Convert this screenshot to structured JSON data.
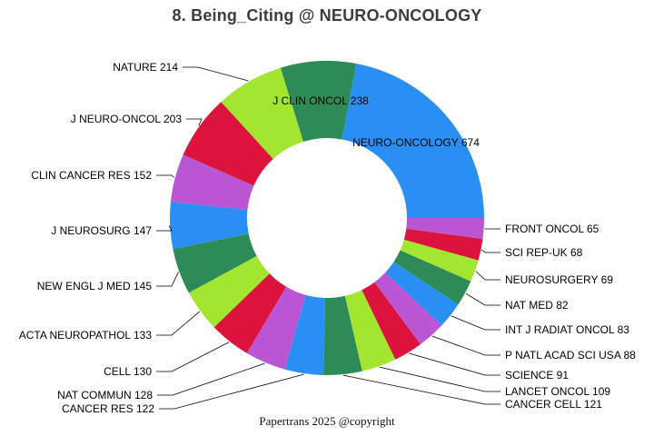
{
  "title": "8. Being_Citing @ NEURO-ONCOLOGY",
  "footer": "Papertrans 2025 @copyright",
  "chart_data": {
    "type": "pie",
    "subtype": "donut",
    "title": "8. Being_Citing @ NEURO-ONCOLOGY",
    "direction": "counterclockwise",
    "start_angle_deg": 0,
    "label_format": "LABEL VALUE",
    "legend": "none",
    "palette_cycle": [
      "#2A8FF5",
      "#2E8B57",
      "#A2E62F",
      "#DC143C",
      "#BA55D3"
    ],
    "slices": [
      {
        "label": "NEURO-ONCOLOGY",
        "value": 674,
        "color": "#2A8FF5"
      },
      {
        "label": "J CLIN ONCOL",
        "value": 238,
        "color": "#2E8B57"
      },
      {
        "label": "NATURE",
        "value": 214,
        "color": "#A2E62F"
      },
      {
        "label": "J NEURO-ONCOL",
        "value": 203,
        "color": "#DC143C"
      },
      {
        "label": "CLIN CANCER RES",
        "value": 152,
        "color": "#BA55D3"
      },
      {
        "label": "J NEUROSURG",
        "value": 147,
        "color": "#2A8FF5"
      },
      {
        "label": "NEW ENGL J MED",
        "value": 145,
        "color": "#2E8B57"
      },
      {
        "label": "ACTA NEUROPATHOL",
        "value": 133,
        "color": "#A2E62F"
      },
      {
        "label": "CELL",
        "value": 130,
        "color": "#DC143C"
      },
      {
        "label": "NAT COMMUN",
        "value": 128,
        "color": "#BA55D3"
      },
      {
        "label": "CANCER RES",
        "value": 122,
        "color": "#2A8FF5"
      },
      {
        "label": "CANCER CELL",
        "value": 121,
        "color": "#2E8B57"
      },
      {
        "label": "LANCET ONCOL",
        "value": 109,
        "color": "#A2E62F"
      },
      {
        "label": "SCIENCE",
        "value": 91,
        "color": "#DC143C"
      },
      {
        "label": "P NATL ACAD SCI USA",
        "value": 88,
        "color": "#BA55D3"
      },
      {
        "label": "INT J RADIAT ONCOL",
        "value": 83,
        "color": "#2A8FF5"
      },
      {
        "label": "NAT MED",
        "value": 82,
        "color": "#2E8B57"
      },
      {
        "label": "NEUROSURGERY",
        "value": 69,
        "color": "#A2E62F"
      },
      {
        "label": "SCI REP-UK",
        "value": 68,
        "color": "#DC143C"
      },
      {
        "label": "FRONT ONCOL",
        "value": 65,
        "color": "#BA55D3"
      }
    ]
  }
}
